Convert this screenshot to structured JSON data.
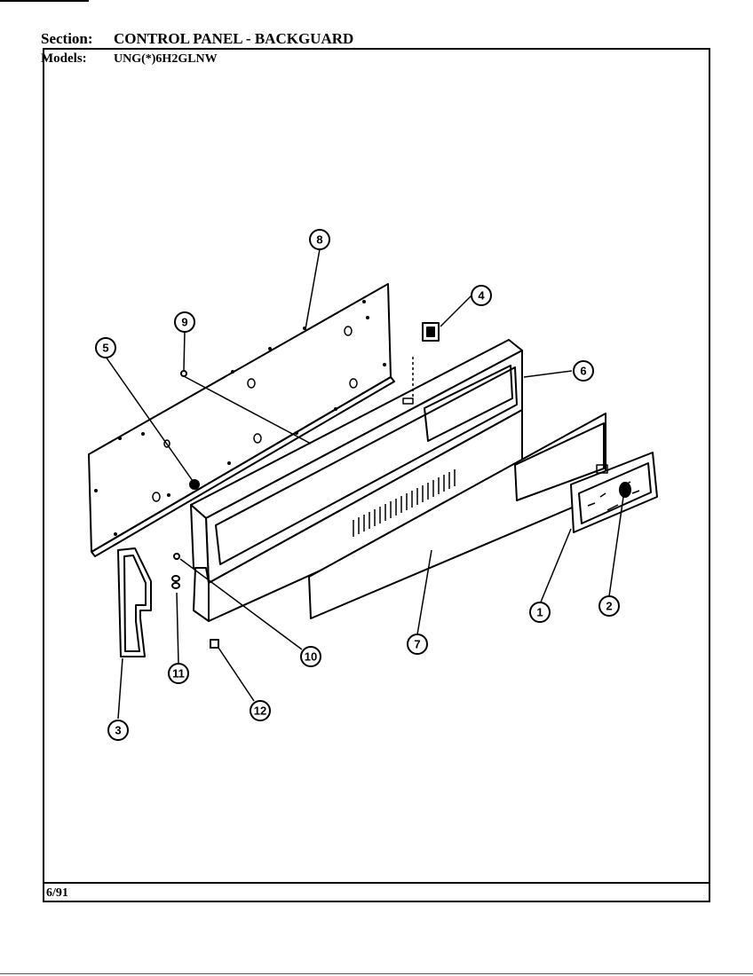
{
  "header": {
    "section_label": "Section:",
    "section_value": "CONTROL PANEL - BACKGUARD",
    "models_label": "Models:",
    "models_value": "UNG(*)6H2GLNW"
  },
  "footer": {
    "date": "6/91"
  },
  "callouts": {
    "c1": "1",
    "c2": "2",
    "c3": "3",
    "c4": "4",
    "c5": "5",
    "c6": "6",
    "c7": "7",
    "c8": "8",
    "c9": "9",
    "c10": "10",
    "c11": "11",
    "c12": "12"
  }
}
